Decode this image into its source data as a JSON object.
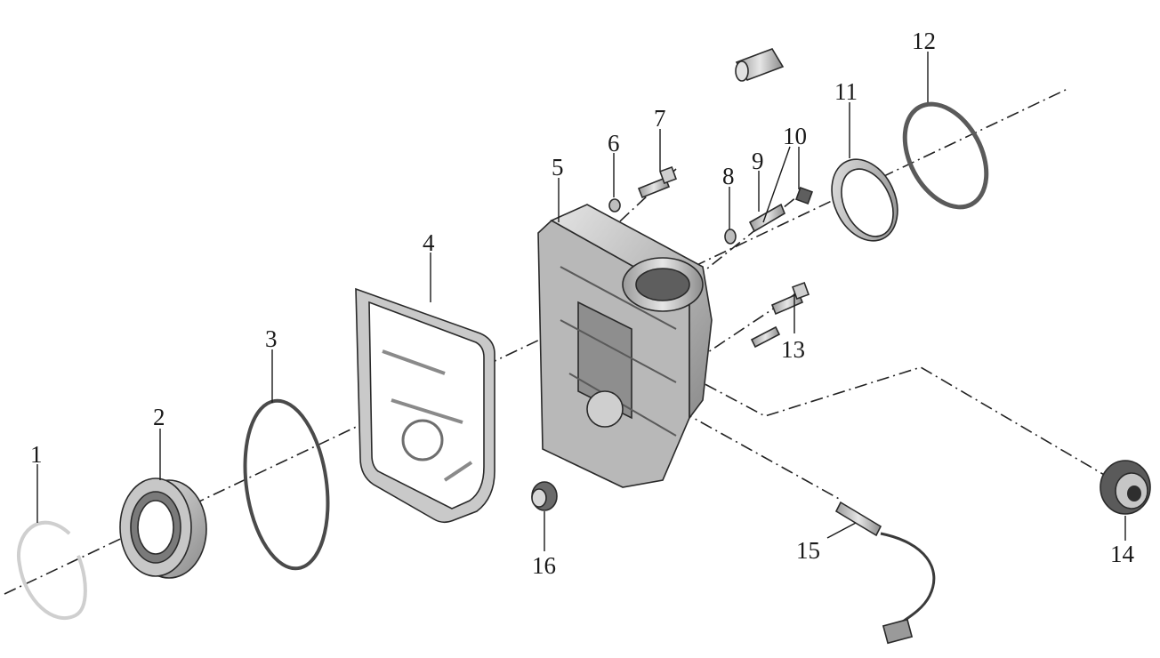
{
  "colors": {
    "line": "#1a1a1a",
    "part_light": "#d6d6d6",
    "part_mid": "#a8a8a8",
    "part_dark": "#6e6e6e",
    "background": "#ffffff"
  },
  "callouts": [
    "1",
    "2",
    "3",
    "4",
    "5",
    "6",
    "7",
    "8",
    "9",
    "10",
    "11",
    "12",
    "13",
    "14",
    "15",
    "16"
  ],
  "parts": [
    {
      "number": "1",
      "icon": "snap-ring-icon"
    },
    {
      "number": "2",
      "icon": "ball-bearing-icon"
    },
    {
      "number": "3",
      "icon": "o-ring-icon"
    },
    {
      "number": "4",
      "icon": "gasket-icon"
    },
    {
      "number": "5",
      "icon": "housing-icon"
    },
    {
      "number": "6",
      "icon": "washer-icon"
    },
    {
      "number": "7",
      "icon": "bolt-icon"
    },
    {
      "number": "8",
      "icon": "washer-icon"
    },
    {
      "number": "9",
      "icon": "stud-icon"
    },
    {
      "number": "10",
      "icon": "nut-icon"
    },
    {
      "number": "11",
      "icon": "seal-ring-icon"
    },
    {
      "number": "12",
      "icon": "o-ring-icon"
    },
    {
      "number": "13",
      "icon": "bolt-icon"
    },
    {
      "number": "14",
      "icon": "oil-seal-icon"
    },
    {
      "number": "15",
      "icon": "speed-sensor-icon"
    },
    {
      "number": "16",
      "icon": "plug-icon"
    }
  ]
}
